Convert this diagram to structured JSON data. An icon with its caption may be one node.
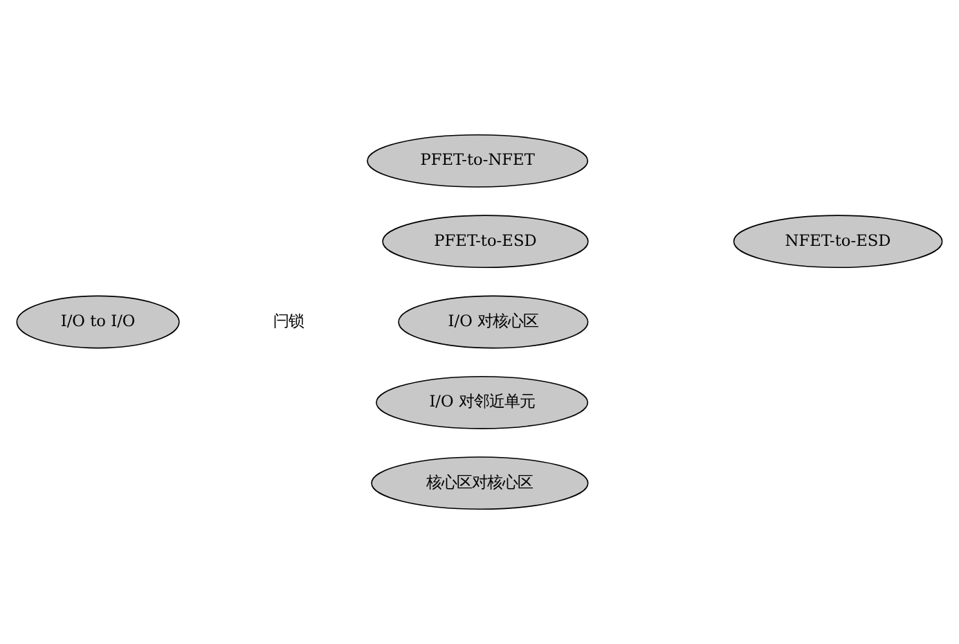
{
  "diagram": {
    "nodes": [
      {
        "text": [
          "PFET-to-NFET"
        ]
      },
      {
        "text": [
          "PFET-to-ESD"
        ]
      },
      {
        "text": [
          "NFET-to-ESD"
        ]
      },
      {
        "text": [
          "I/O to I/O"
        ]
      },
      {
        "text": [
          "I/O 对核心区"
        ]
      },
      {
        "text": [
          "I/O 对邻近单元"
        ]
      },
      {
        "text": [
          "核心区对核心区"
        ]
      }
    ],
    "edges": [],
    "labels": [
      "闩锁"
    ]
  }
}
